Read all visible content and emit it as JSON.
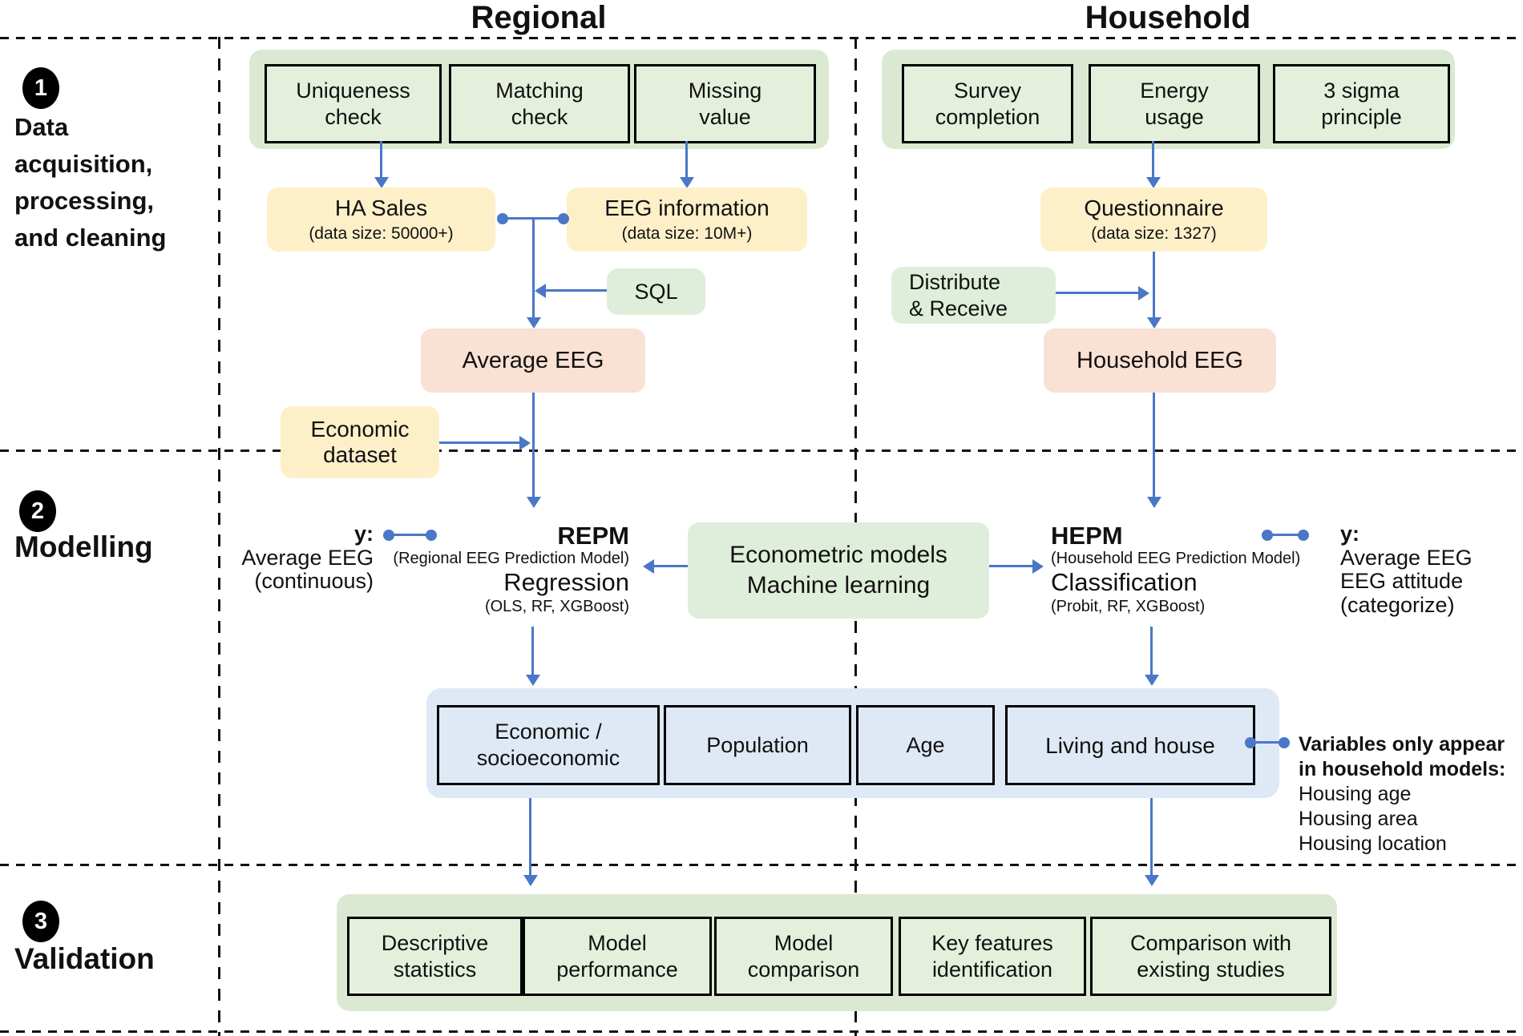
{
  "page": {
    "column_title_left": "Regional",
    "column_title_right": "Household"
  },
  "sections": [
    {
      "number": "1",
      "label_lines": [
        "Data",
        "acquisition,",
        "processing,",
        "and cleaning"
      ]
    },
    {
      "number": "2",
      "label": "Modelling"
    },
    {
      "number": "3",
      "label": "Validation"
    }
  ],
  "regional": {
    "check_boxes": [
      {
        "line1": "Uniqueness",
        "line2": "check"
      },
      {
        "line1": "Matching",
        "line2": "check"
      },
      {
        "line1": "Missing",
        "line2": "value"
      }
    ],
    "ha_sales": {
      "title": "HA Sales",
      "subtitle": "(data size: 50000+)"
    },
    "eeg_information": {
      "title": "EEG information",
      "subtitle": "(data size: 10M+)"
    },
    "sql_label": "SQL",
    "average_eeg_label": "Average EEG",
    "economic_dataset": {
      "line1": "Economic",
      "line2": "dataset"
    },
    "y_block": {
      "y": "y:",
      "line1": "Average EEG",
      "line2": "(continuous)"
    },
    "repm": {
      "title": "REPM",
      "subtitle": "(Regional EEG Prediction Model)",
      "method": "Regression",
      "algorithms": "(OLS, RF, XGBoost)"
    }
  },
  "household": {
    "check_boxes": [
      {
        "line1": "Survey",
        "line2": "completion"
      },
      {
        "line1": "Energy",
        "line2": "usage"
      },
      {
        "line1": "3 sigma",
        "line2": "principle"
      }
    ],
    "questionnaire": {
      "title": "Questionnaire",
      "subtitle": "(data size: 1327)"
    },
    "distribute_receive": {
      "line1": "Distribute",
      "line2": "& Receive"
    },
    "household_eeg_label": "Household EEG",
    "hepm": {
      "title": "HEPM",
      "subtitle": "(Household EEG Prediction Model)",
      "method": "Classification",
      "algorithms": "(Probit, RF, XGBoost)"
    },
    "y_block": {
      "y": "y:",
      "line1": "Average EEG",
      "line2": "EEG attitude",
      "line3": "(categorize)"
    }
  },
  "center": {
    "econometric_box": {
      "line1": "Econometric models",
      "line2": "Machine learning"
    }
  },
  "features": {
    "boxes": [
      {
        "line1": "Economic /",
        "line2": "socioeconomic"
      },
      {
        "line1": "Population"
      },
      {
        "line1": "Age"
      },
      {
        "line1": "Living and house"
      }
    ],
    "note": {
      "bold1": "Variables only appear",
      "bold2": "in household models:",
      "items": [
        "Housing age",
        "Housing area",
        "Housing location"
      ]
    }
  },
  "validation": {
    "boxes": [
      {
        "line1": "Descriptive",
        "line2": "statistics"
      },
      {
        "line1": "Model",
        "line2": "performance"
      },
      {
        "line1": "Model",
        "line2": "comparison"
      },
      {
        "line1": "Key features",
        "line2": "identification"
      },
      {
        "line1": "Comparison with",
        "line2": "existing studies"
      }
    ]
  },
  "colors": {
    "greenC": "#dbe9d2",
    "greenB": "#e4f0dc",
    "greenS": "#dfeeda",
    "yellow": "#fdf0c9",
    "pink": "#f9e1d3",
    "blue": "#dfe9f5",
    "arrow": "#4a77c8",
    "ink": "#111111"
  }
}
